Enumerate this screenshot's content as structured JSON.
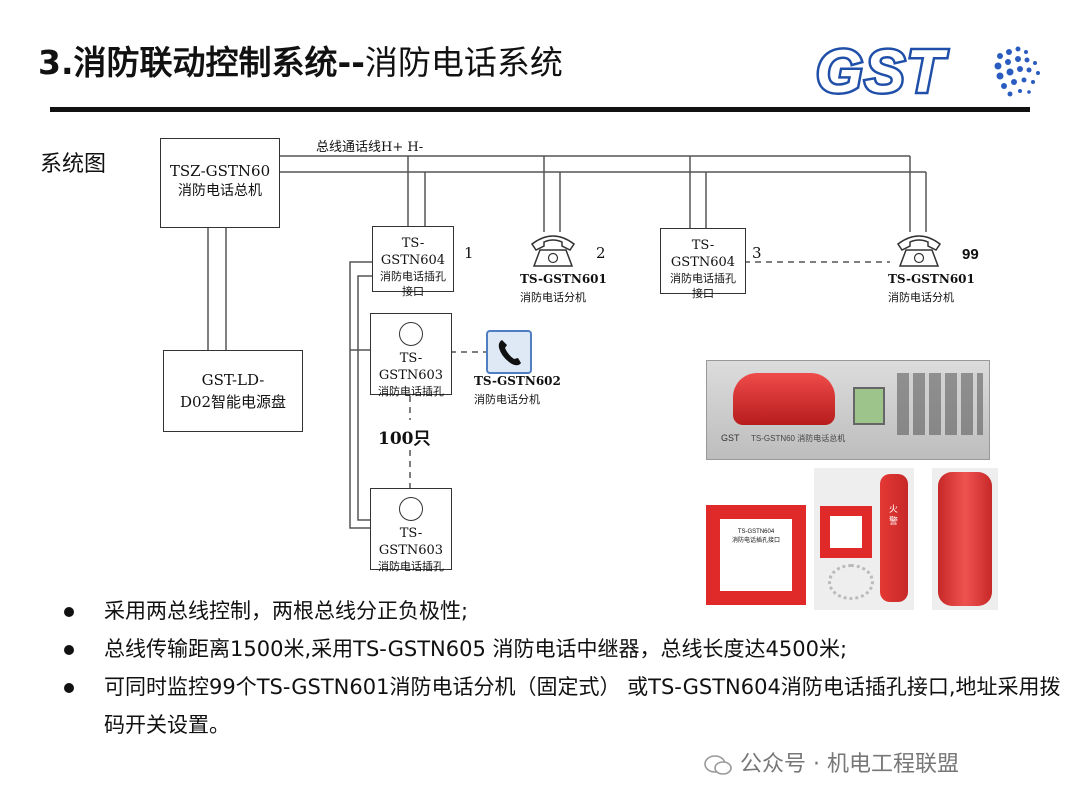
{
  "title": {
    "bold_part": "3.消防联动控制系统--",
    "light_part": "消防电话系统"
  },
  "logo": {
    "text": "GST"
  },
  "diagram": {
    "section_label": "系统图",
    "bus_label": "总线通话线H+ H-",
    "host": {
      "model": "TSZ-GSTN60",
      "name": "消防电话总机"
    },
    "power": {
      "model": "GST-LD-",
      "name": "D02智能电源盘"
    },
    "jack_interface_1": {
      "model": "TS-GSTN604",
      "line1": "消防电话插孔",
      "line2": "接口",
      "number": "1"
    },
    "phone_2": {
      "model": "TS-GSTN601",
      "name": "消防电话分机",
      "number": "2"
    },
    "jack_interface_3": {
      "model": "TS-GSTN604",
      "line1": "消防电话插孔",
      "line2": "接口",
      "number": "3"
    },
    "phone_99": {
      "model": "TS-GSTN601",
      "name": "消防电话分机",
      "number": "99"
    },
    "jack_top": {
      "model": "TS-GSTN603",
      "name": "消防电话插孔"
    },
    "handset": {
      "model": "TS-GSTN602",
      "name": "消防电话分机"
    },
    "jack_count": "100只",
    "jack_bottom": {
      "model": "TS-GSTN603",
      "name": "消防电话插孔"
    }
  },
  "photos": {
    "panel_brand": "GST",
    "panel_caption": "TS-GSTN60 消防电话总机",
    "jack_plate_model": "TS-GSTN604",
    "jack_plate_name": "消防电话插孔接口",
    "phone_box_text": "火警"
  },
  "bullets": [
    "采用两总线控制，两根总线分正负极性;",
    "总线传输距离1500米,采用TS-GSTN605 消防电话中继器，总线长度达4500米;",
    "可同时监控99个TS-GSTN601消防电话分机（固定式） 或TS-GSTN604消防电话插孔接口,地址采用拨码开关设置。"
  ],
  "footer": {
    "text": "公众号 · 机电工程联盟"
  },
  "colors": {
    "logo_blue": "#1f4fa8",
    "accent_red": "#d9262a"
  }
}
